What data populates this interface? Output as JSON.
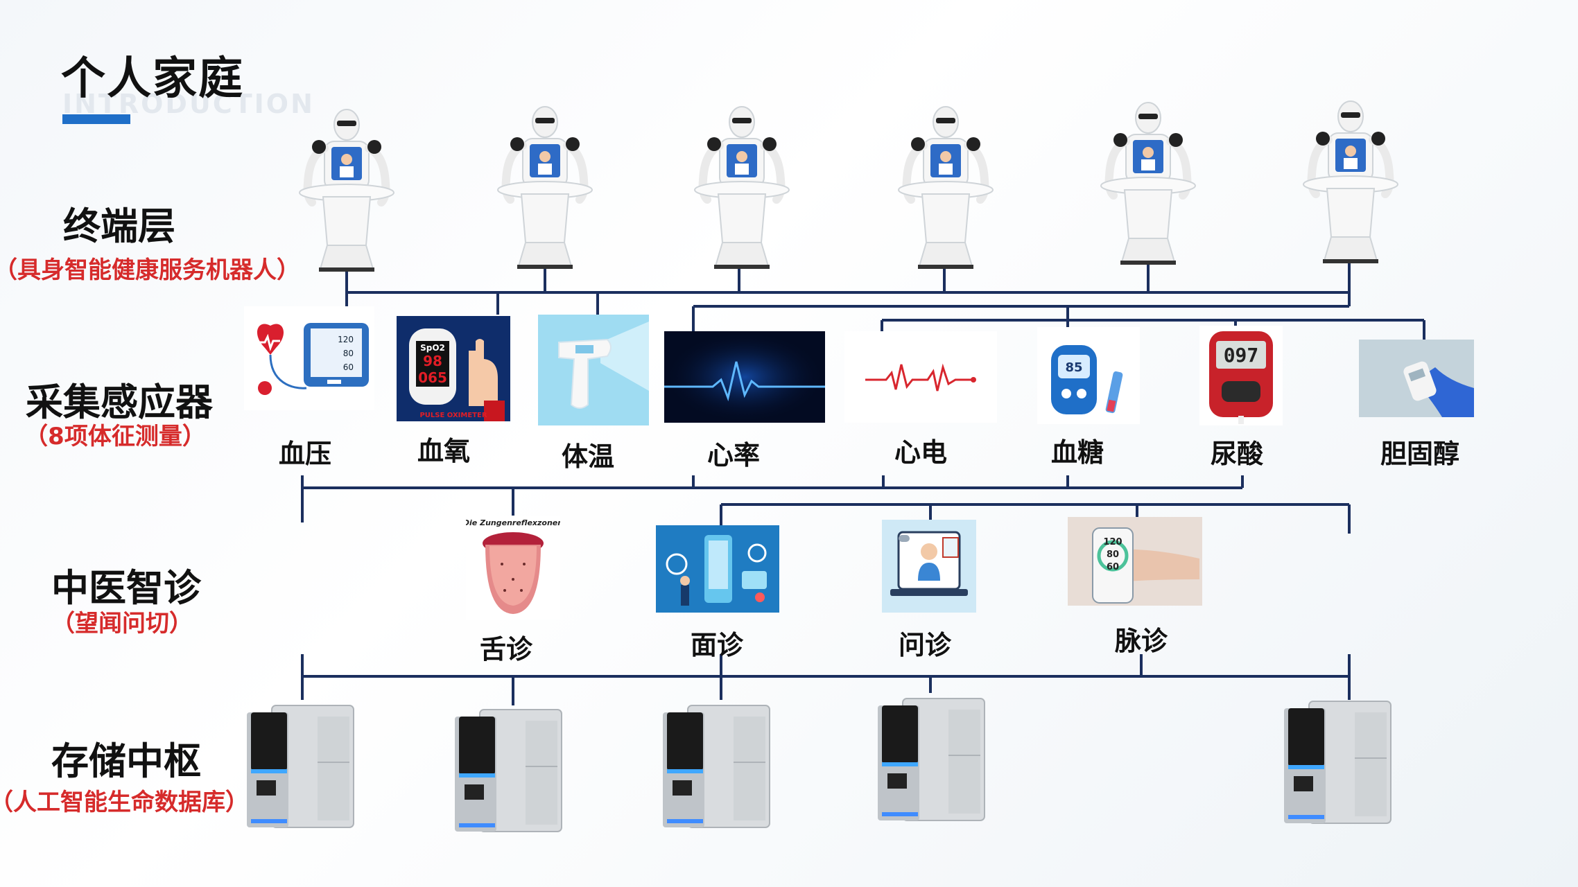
{
  "page": {
    "title": "个人家庭",
    "title_ghost": "INTRODUCTION"
  },
  "layers": {
    "terminal": {
      "name": "终端层",
      "sub": "（具身智能健康服务机器人）"
    },
    "sensor": {
      "name": "采集感应器",
      "sub": "（8项体征测量）"
    },
    "tcm": {
      "name": "中医智诊",
      "sub": "（望闻问切）"
    },
    "storage": {
      "name": "存储中枢",
      "sub": "（人工智能生命数据库）"
    }
  },
  "sensors": [
    {
      "label": "血压",
      "icon": "blood-pressure-icon"
    },
    {
      "label": "血氧",
      "icon": "pulse-oximeter-icon"
    },
    {
      "label": "体温",
      "icon": "thermometer-icon"
    },
    {
      "label": "心率",
      "icon": "heart-rate-wave-icon"
    },
    {
      "label": "心电",
      "icon": "ecg-icon"
    },
    {
      "label": "血糖",
      "icon": "glucose-meter-icon"
    },
    {
      "label": "尿酸",
      "icon": "uric-acid-meter-icon"
    },
    {
      "label": "胆固醇",
      "icon": "cholesterol-test-icon"
    }
  ],
  "sensor_texts": {
    "bp_values": [
      "120",
      "80",
      "60"
    ],
    "oximeter_spo2": "SpO2",
    "oximeter_top": "98",
    "oximeter_bottom": "065",
    "oximeter_caption": "PULSE OXIMETER",
    "glucose_value": "85",
    "uric_value": "097"
  },
  "tcm": [
    {
      "label": "舌诊",
      "icon": "tongue-diagnosis-icon"
    },
    {
      "label": "面诊",
      "icon": "face-diagnosis-icon"
    },
    {
      "label": "问诊",
      "icon": "inquiry-diagnosis-icon"
    },
    {
      "label": "脉诊",
      "icon": "pulse-diagnosis-icon"
    }
  ],
  "tcm_texts": {
    "tongue_caption": "Die Zungenreflexzonen",
    "pulse_values": [
      "120",
      "80",
      "60"
    ]
  },
  "robots_count_note": "robot-icon",
  "server_icon": "server-storage-icon",
  "colors": {
    "line": "#1b2f5e",
    "accent": "#1f6fc8",
    "red": "#d62b2b"
  }
}
